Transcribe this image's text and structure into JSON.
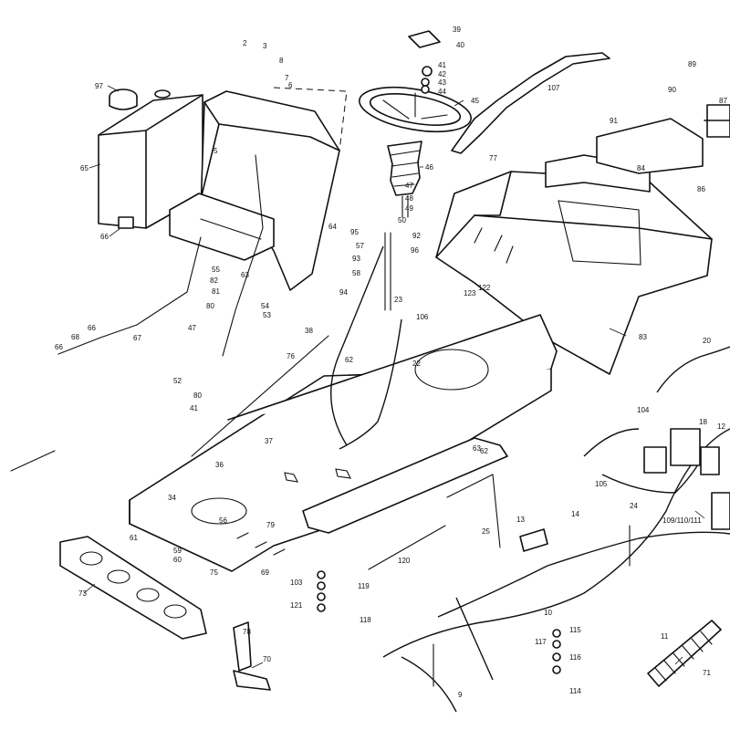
{
  "callouts": [
    "97",
    "2",
    "3",
    "8",
    "7",
    "6",
    "5",
    "65",
    "66",
    "64",
    "39",
    "40",
    "41",
    "42",
    "43",
    "44",
    "45",
    "46",
    "47",
    "48",
    "49",
    "50",
    "95",
    "92",
    "57",
    "96",
    "93",
    "58",
    "94",
    "23",
    "55",
    "82",
    "81",
    "80",
    "63",
    "54",
    "53",
    "47",
    "66",
    "68",
    "66",
    "67",
    "37",
    "76",
    "62",
    "86",
    "52",
    "80",
    "41",
    "38",
    "22",
    "36",
    "34",
    "56",
    "61",
    "59",
    "60",
    "75",
    "73",
    "78",
    "70",
    "69",
    "79",
    "121",
    "103",
    "119",
    "120",
    "116",
    "118",
    "25",
    "13",
    "14",
    "24",
    "10",
    "9",
    "115",
    "117",
    "114",
    "71",
    "11",
    "77",
    "107",
    "89",
    "90",
    "91",
    "84",
    "87",
    "83",
    "123",
    "122",
    "106",
    "104",
    "18",
    "109/110/111",
    "105",
    "20",
    "62",
    "63",
    "12"
  ],
  "labels": {
    "tank": "65",
    "cap": "97",
    "steering_wheel": "45",
    "boot": "46",
    "hood": "83",
    "dash": "64",
    "bumper": "73",
    "harness": "109/110/111",
    "hose": "71"
  }
}
